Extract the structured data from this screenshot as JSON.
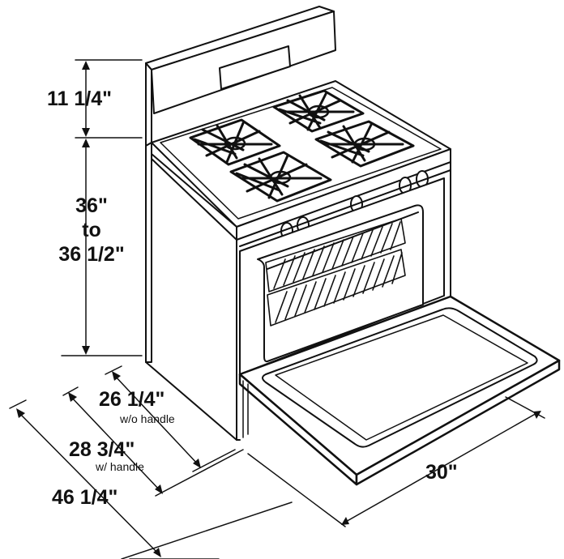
{
  "dimensions": {
    "height_backguard": "11 1/4\"",
    "height_cooktop_line1": "36\"",
    "height_cooktop_line2": "to",
    "height_cooktop_line3": "36 1/2\"",
    "depth_without_handle": "26 1/4\"",
    "depth_without_handle_note": "w/o handle",
    "depth_with_handle": "28 3/4\"",
    "depth_with_handle_note": "w/ handle",
    "depth_door_open": "46 1/4\"",
    "width": "30\""
  }
}
